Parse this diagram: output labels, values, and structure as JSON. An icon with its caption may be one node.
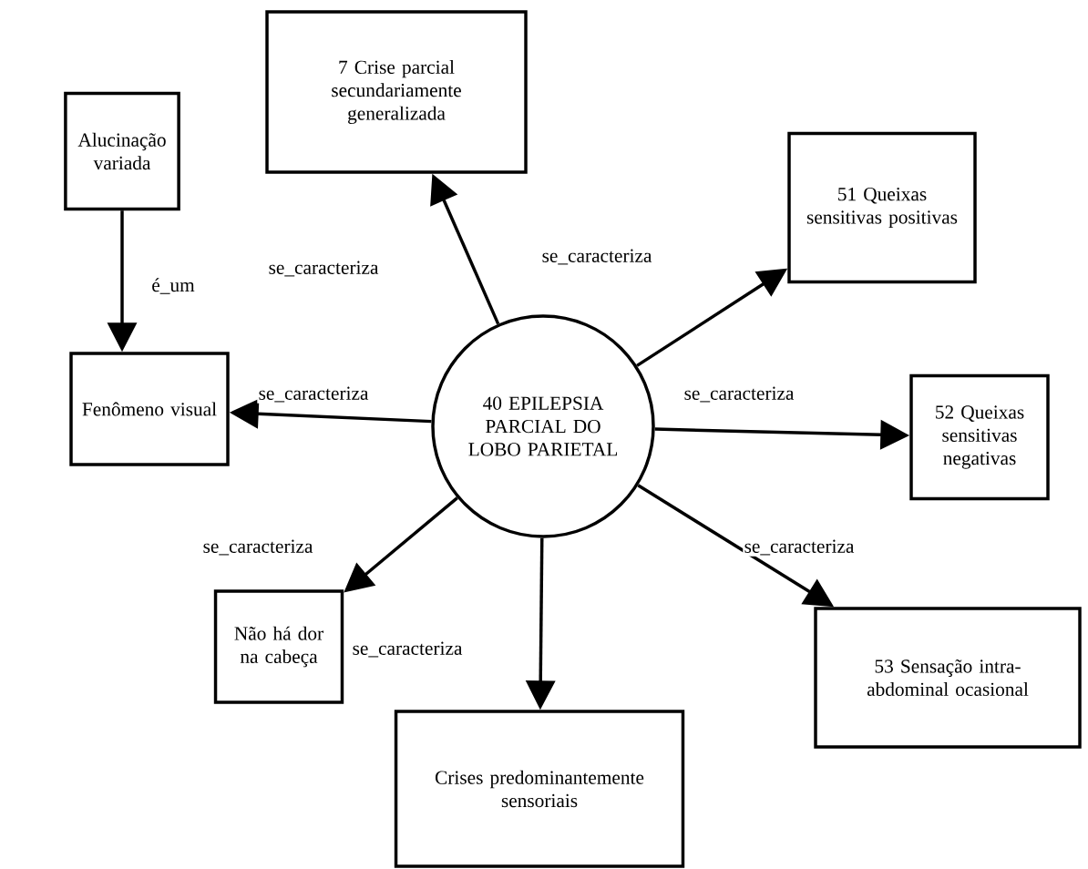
{
  "diagram": {
    "nodes": [
      {
        "text": [
          "Alucinação variada"
        ]
      },
      {
        "text": [
          "7  Crise parcial secundariamente generalizada"
        ]
      },
      {
        "text": [
          "51  Queixas sensitivas positivas"
        ]
      },
      {
        "text": [
          "Fenômeno visual"
        ]
      },
      {
        "text": [
          "40 EPILEPSIA PARCIAL DO LOBO PARIETAL"
        ]
      },
      {
        "text": [
          "52  Queixas sensitivas negativas"
        ]
      },
      {
        "text": [
          "Não há dor na cabeça"
        ]
      },
      {
        "text": [
          "Crises predominantemente sensoriais"
        ]
      },
      {
        "text": [
          "53  Sensação intra-abdominal ocasional"
        ]
      }
    ],
    "edges": [
      {
        "from": 0,
        "to": 3,
        "arrow": "to",
        "label": "é_um"
      },
      {
        "from": 4,
        "to": 1,
        "arrow": "to",
        "label": "se_caracteriza"
      },
      {
        "from": 4,
        "to": 2,
        "arrow": "to"
      },
      {
        "from": 4,
        "to": 3,
        "arrow": "to",
        "label": "se_caracteriza"
      },
      {
        "from": 4,
        "to": 5,
        "arrow": "to",
        "label": "se_caracteriza"
      },
      {
        "from": 4,
        "to": 6,
        "arrow": "to",
        "label": "se_caracteriza"
      },
      {
        "from": 4,
        "to": 7,
        "arrow": "to",
        "label": "se_caracteriza"
      },
      {
        "from": 4,
        "to": 8,
        "arrow": "to",
        "label": "se_caracteriza"
      }
    ],
    "labels": [
      "se_caracteriza"
    ]
  }
}
